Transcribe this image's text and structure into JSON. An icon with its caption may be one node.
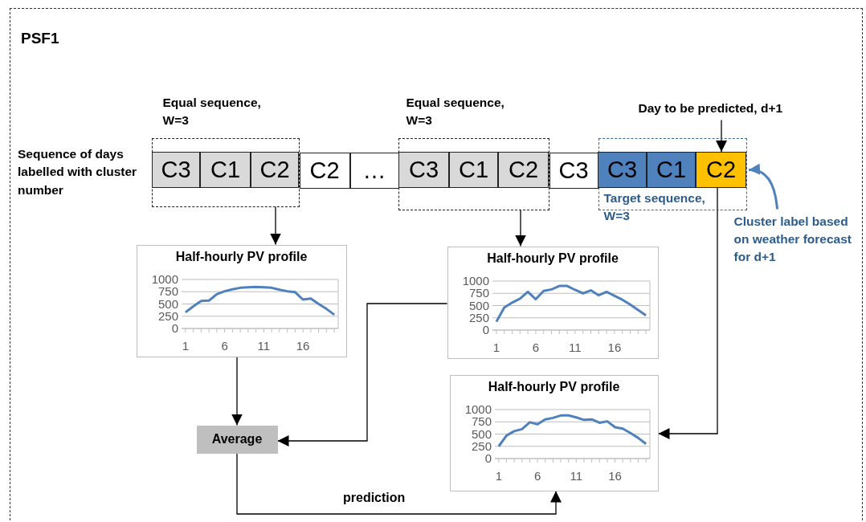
{
  "diagram": {
    "nodes": [
      {
        "text": [
          "PSF1"
        ]
      },
      {
        "text": [
          "Equal sequence, W=3"
        ],
        "in": 0
      },
      {
        "text": [
          "C3"
        ],
        "in": 1
      },
      {
        "text": [
          "C1"
        ],
        "in": 1
      },
      {
        "text": [
          "C2"
        ],
        "in": 1
      },
      {
        "text": [
          "C2"
        ],
        "in": 0
      },
      {
        "text": [
          "…"
        ],
        "in": 0
      },
      {
        "text": [
          "Equal sequence, W=3"
        ],
        "in": 0
      },
      {
        "text": [
          "C3"
        ],
        "in": 7
      },
      {
        "text": [
          "C1"
        ],
        "in": 7
      },
      {
        "text": [
          "C2"
        ],
        "in": 7
      },
      {
        "text": [
          "C3"
        ],
        "in": 0
      },
      {
        "text": [
          "Day to be predicted, d+1"
        ],
        "in": 0
      },
      {
        "text": [
          "Target sequence, W=3"
        ],
        "in": 0
      },
      {
        "text": [
          "C3"
        ],
        "in": 13
      },
      {
        "text": [
          "C1"
        ],
        "in": 13
      },
      {
        "text": [
          "C2"
        ],
        "in": 13
      },
      {
        "text": [
          "Cluster label based on weather forecast for d+1"
        ],
        "in": 0
      },
      {
        "text": [
          "Half-hourly PV profile"
        ],
        "in": 0
      },
      {
        "text": [
          "Half-hourly PV profile"
        ],
        "in": 0
      },
      {
        "text": [
          "Average"
        ],
        "in": 0
      },
      {
        "text": [
          "Half-hourly PV profile"
        ],
        "in": 0
      }
    ],
    "edges": [
      {
        "from": 1,
        "to": 18,
        "arrow": "to"
      },
      {
        "from": 7,
        "to": 19,
        "arrow": "to"
      },
      {
        "from": 16,
        "to": 21,
        "arrow": "to"
      },
      {
        "from": 18,
        "to": 20,
        "arrow": "to"
      },
      {
        "from": 19,
        "to": 20,
        "arrow": "to"
      },
      {
        "from": 20,
        "to": 21,
        "arrow": "to",
        "label": "prediction"
      },
      {
        "from": 12,
        "to": 16,
        "arrow": "to"
      },
      {
        "from": 17,
        "to": 16,
        "arrow": "to",
        "style": "thick",
        "color": "#4f81bd"
      }
    ],
    "labels": [
      "Sequence of days labelled with cluster number"
    ],
    "chart_data": [
      {
        "type": "line",
        "x": [
          1,
          2,
          3,
          4,
          5,
          6,
          7,
          8,
          9,
          10,
          11,
          12,
          13,
          14,
          15,
          16,
          17,
          18,
          19,
          20
        ],
        "series": [
          {
            "color": "#4f81bd",
            "values": [
              330,
              450,
              560,
              570,
              700,
              760,
              800,
              830,
              840,
              850,
              840,
              830,
              790,
              760,
              740,
              590,
              610,
              500,
              400,
              280
            ]
          }
        ],
        "xlim": [
          0.5,
          20.5
        ],
        "ylim": [
          0,
          1000
        ],
        "yticks": [
          0,
          250,
          500,
          750,
          1000
        ],
        "xticks": [
          1,
          6,
          11,
          16
        ],
        "grid": true
      },
      {
        "type": "line",
        "x": [
          1,
          2,
          3,
          4,
          5,
          6,
          7,
          8,
          9,
          10,
          11,
          12,
          13,
          14,
          15,
          16,
          17,
          18,
          19,
          20
        ],
        "series": [
          {
            "color": "#4f81bd",
            "values": [
              170,
              460,
              560,
              640,
              780,
              630,
              800,
              830,
              900,
              900,
              820,
              750,
              810,
              710,
              780,
              700,
              620,
              520,
              410,
              300
            ]
          }
        ],
        "xlim": [
          0.5,
          20.5
        ],
        "ylim": [
          0,
          1000
        ],
        "yticks": [
          0,
          250,
          500,
          750,
          1000
        ],
        "xticks": [
          1,
          6,
          11,
          16
        ],
        "grid": true
      },
      {
        "type": "line",
        "x": [
          1,
          2,
          3,
          4,
          5,
          6,
          7,
          8,
          9,
          10,
          11,
          12,
          13,
          14,
          15,
          16,
          17,
          18,
          19,
          20
        ],
        "series": [
          {
            "color": "#4f81bd",
            "values": [
              250,
              470,
              560,
              600,
              740,
              700,
              800,
              830,
              880,
              880,
              840,
              790,
              800,
              730,
              760,
              640,
              610,
              520,
              420,
              300
            ]
          }
        ],
        "xlim": [
          0.5,
          20.5
        ],
        "ylim": [
          0,
          1000
        ],
        "yticks": [
          0,
          250,
          500,
          750,
          1000
        ],
        "xticks": [
          1,
          6,
          11,
          16
        ],
        "grid": true
      }
    ]
  }
}
